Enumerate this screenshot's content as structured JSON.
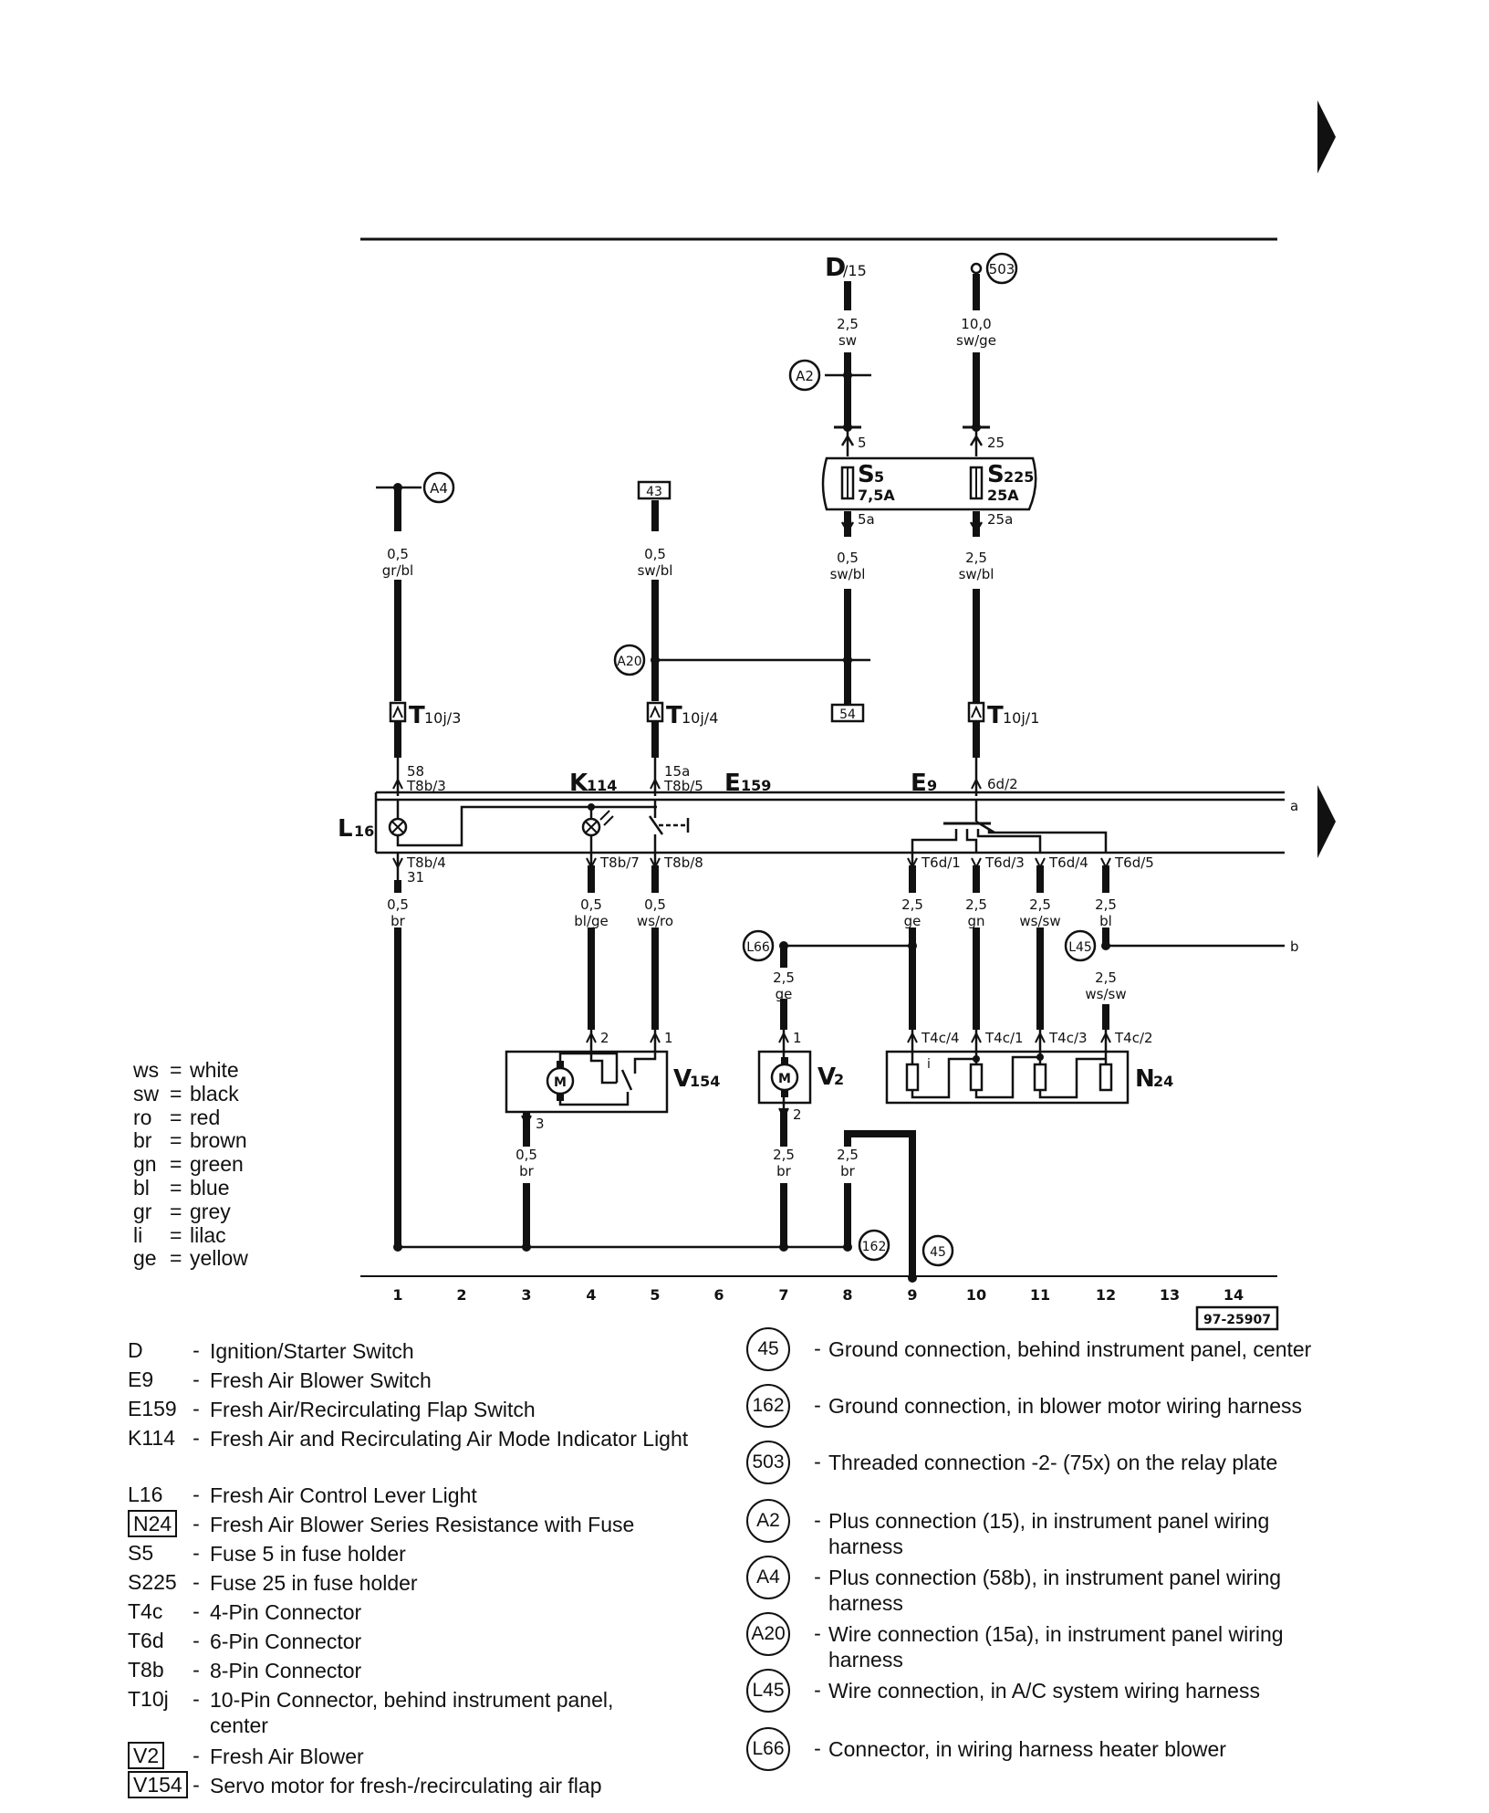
{
  "page_id": "97-25907",
  "color_legend": [
    {
      "code": "ws",
      "name": "white"
    },
    {
      "code": "sw",
      "name": "black"
    },
    {
      "code": "ro",
      "name": "red"
    },
    {
      "code": "br",
      "name": "brown"
    },
    {
      "code": "gn",
      "name": "green"
    },
    {
      "code": "bl",
      "name": "blue"
    },
    {
      "code": "gr",
      "name": "grey"
    },
    {
      "code": "li",
      "name": "lilac"
    },
    {
      "code": "ge",
      "name": "yellow"
    }
  ],
  "columns": [
    "1",
    "2",
    "3",
    "4",
    "5",
    "6",
    "7",
    "8",
    "9",
    "10",
    "11",
    "12",
    "13",
    "14"
  ],
  "side_labels": {
    "a": "a",
    "b": "b"
  },
  "components": {
    "D": {
      "main": "D",
      "sub": "/15"
    },
    "S5": {
      "main": "S",
      "sub": "5",
      "rating": "7,5A"
    },
    "S225": {
      "main": "S",
      "sub": "225",
      "rating": "25A"
    },
    "K114": {
      "main": "K",
      "sub": "114"
    },
    "E159": {
      "main": "E",
      "sub": "159"
    },
    "E9": {
      "main": "E",
      "sub": "9"
    },
    "L16": {
      "main": "L",
      "sub": "16"
    },
    "V154": {
      "main": "V",
      "sub": "154"
    },
    "V2": {
      "main": "V",
      "sub": "2"
    },
    "N24": {
      "main": "N",
      "sub": "24"
    },
    "motor": "M"
  },
  "connectors": {
    "T10j3": {
      "main": "T",
      "sub": "10j/3"
    },
    "T10j4": {
      "main": "T",
      "sub": "10j/4"
    },
    "T10j1": {
      "main": "T",
      "sub": "10j/1"
    }
  },
  "circles": {
    "A4": "A4",
    "A2": "A2",
    "A20": "A20",
    "503": "503",
    "L66": "L66",
    "L45": "L45",
    "162": "162",
    "45": "45"
  },
  "boxes": {
    "b43": "43",
    "b54": "54"
  },
  "wires": [
    {
      "id": "w1",
      "size": "0,5",
      "color": "gr/bl"
    },
    {
      "id": "w5",
      "size": "0,5",
      "color": "sw/bl"
    },
    {
      "id": "wD",
      "size": "2,5",
      "color": "sw"
    },
    {
      "id": "w503",
      "size": "10,0",
      "color": "sw/ge"
    },
    {
      "id": "wS5",
      "size": "0,5",
      "color": "sw/bl"
    },
    {
      "id": "wS225",
      "size": "2,5",
      "color": "sw/bl"
    },
    {
      "id": "wL16",
      "size": "0,5",
      "color": "br"
    },
    {
      "id": "w4",
      "size": "0,5",
      "color": "bl/ge"
    },
    {
      "id": "w5b",
      "size": "0,5",
      "color": "ws/ro"
    },
    {
      "id": "w9",
      "size": "2,5",
      "color": "ge"
    },
    {
      "id": "w10",
      "size": "2,5",
      "color": "gn"
    },
    {
      "id": "w11",
      "size": "2,5",
      "color": "ws/sw"
    },
    {
      "id": "w12",
      "size": "2,5",
      "color": "bl"
    },
    {
      "id": "w7",
      "size": "2,5",
      "color": "ge"
    },
    {
      "id": "w12b",
      "size": "2,5",
      "color": "ws/sw"
    },
    {
      "id": "w3",
      "size": "0,5",
      "color": "br"
    },
    {
      "id": "w7b",
      "size": "2,5",
      "color": "br"
    },
    {
      "id": "w8",
      "size": "2,5",
      "color": "br"
    }
  ],
  "pins": {
    "p5": "5",
    "p25": "25",
    "p5a": "5a",
    "p25a": "25a",
    "p58": "58",
    "pT8b3": "T8b/3",
    "p15a": "15a",
    "pT8b5": "T8b/5",
    "p6d2": "6d/2",
    "pT8b4": "T8b/4",
    "p31": "31",
    "pT8b7": "T8b/7",
    "pT8b8": "T8b/8",
    "pT6d1": "T6d/1",
    "pT6d3": "T6d/3",
    "pT6d4": "T6d/4",
    "pT6d5": "T6d/5",
    "pV154_2": "2",
    "pV154_1": "1",
    "pV154_3": "3",
    "pV2_1": "1",
    "pV2_2": "2",
    "pT4c4": "T4c/4",
    "pT4c1": "T4c/1",
    "pT4c3": "T4c/3",
    "pT4c2": "T4c/2",
    "pi": "i"
  },
  "legend_left": [
    {
      "code": "D",
      "desc": "Ignition/Starter Switch",
      "boxed": false
    },
    {
      "code": "E9",
      "desc": "Fresh Air Blower Switch",
      "boxed": false
    },
    {
      "code": "E159",
      "desc": "Fresh Air/Recirculating Flap Switch",
      "boxed": false
    },
    {
      "code": "K114",
      "desc": "Fresh Air and Recirculating Air Mode Indicator Light",
      "boxed": false
    },
    {
      "code": "L16",
      "desc": "Fresh Air Control Lever Light",
      "boxed": false
    },
    {
      "code": "N24",
      "desc": "Fresh Air Blower Series Resistance with Fuse",
      "boxed": true
    },
    {
      "code": "S5",
      "desc": "Fuse 5 in fuse holder",
      "boxed": false
    },
    {
      "code": "S225",
      "desc": "Fuse 25 in fuse holder",
      "boxed": false
    },
    {
      "code": "T4c",
      "desc": "4-Pin Connector",
      "boxed": false
    },
    {
      "code": "T6d",
      "desc": "6-Pin Connector",
      "boxed": false
    },
    {
      "code": "T8b",
      "desc": "8-Pin Connector",
      "boxed": false
    },
    {
      "code": "T10j",
      "desc": "10-Pin Connector, behind instrument panel, center",
      "boxed": false
    },
    {
      "code": "V2",
      "desc": "Fresh Air Blower",
      "boxed": true
    },
    {
      "code": "V154",
      "desc": "Servo motor for fresh-/recirculating air flap",
      "boxed": true
    }
  ],
  "legend_right": [
    {
      "code": "45",
      "desc": "Ground connection, behind instrument panel, center"
    },
    {
      "code": "162",
      "desc": "Ground connection, in blower motor wiring harness"
    },
    {
      "code": "503",
      "desc": "Threaded connection -2- (75x) on the relay plate"
    },
    {
      "code": "A2",
      "desc": "Plus connection (15), in instrument panel wiring harness"
    },
    {
      "code": "A4",
      "desc": "Plus connection (58b), in instrument panel wiring harness"
    },
    {
      "code": "A20",
      "desc": "Wire connection (15a), in instrument panel wiring harness"
    },
    {
      "code": "L45",
      "desc": "Wire connection, in A/C system wiring harness"
    },
    {
      "code": "L66",
      "desc": "Connector, in wiring harness heater blower"
    }
  ]
}
